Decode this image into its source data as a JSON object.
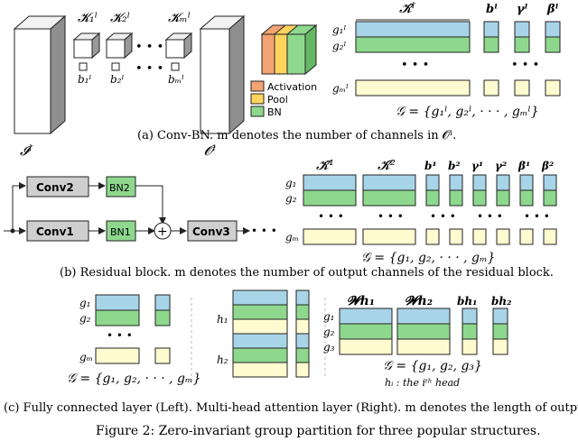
{
  "colors": {
    "blue": "#a8d4e8",
    "green": "#8ed88e",
    "cream": "#fffbd0",
    "orange": "#f4a373",
    "yellow": "#ffd45c",
    "gray_box": "#cfcfcf",
    "stroke": "#222222"
  },
  "panel_a": {
    "input_label": "𝓘ˡ",
    "output_label": "𝓞ˡ",
    "kernel_labels": [
      "𝓚₁ˡ",
      "𝓚₂ˡ",
      "𝓚ₘˡ"
    ],
    "bias_labels": [
      "b₁ˡ",
      "b₂ˡ",
      "bₘˡ"
    ],
    "dots": "• • •",
    "legend": [
      "Activation",
      "Pool",
      "BN"
    ],
    "matrix_title": "𝓚̂ˡ",
    "col_headers": [
      "bˡ",
      "γˡ",
      "βˡ"
    ],
    "row_labels": [
      "g₁ˡ",
      "g₂ˡ",
      "gₘˡ"
    ],
    "group_eq": "𝒢 = {g₁ˡ, g₂ˡ, · · · , gₘˡ}",
    "caption": "(a) Conv-BN. m denotes the number of channels in 𝓞ˡ."
  },
  "panel_b": {
    "blocks": [
      "Conv2",
      "BN2",
      "Conv1",
      "BN1",
      "Conv3"
    ],
    "plus": "+",
    "dots": "• • •",
    "matrix_titles": [
      "𝓚̂¹",
      "𝓚̂²"
    ],
    "col_headers": [
      "b¹",
      "b²",
      "γ¹",
      "γ²",
      "β¹",
      "β²"
    ],
    "row_labels": [
      "g₁",
      "g₂",
      "gₘ"
    ],
    "group_eq": "𝒢 = {g₁, g₂, · · · , gₘ}",
    "caption": "(b) Residual block. m denotes the number of output channels of the residual block."
  },
  "panel_c": {
    "left_rows": [
      "g₁",
      "g₂",
      "gₘ"
    ],
    "left_eq": "𝒢 = {g₁, g₂, · · · , gₘ}",
    "mid_rows": [
      "h₁",
      "h₂"
    ],
    "right_headers": [
      "𝓦h₁",
      "𝓦h₂",
      "bh₁",
      "bh₂"
    ],
    "right_rows": [
      "g₁",
      "g₂",
      "g₃"
    ],
    "right_eq": "𝒢 = {g₁, g₂, g₃}",
    "note": "hᵢ : the iᵗʰ head",
    "dots": "• • •",
    "caption": "(c) Fully connected layer (Left). Multi-head attention layer (Right). m denotes the length of output vector."
  },
  "figure_caption": "Figure 2: Zero-invariant group partition for three popular structures."
}
